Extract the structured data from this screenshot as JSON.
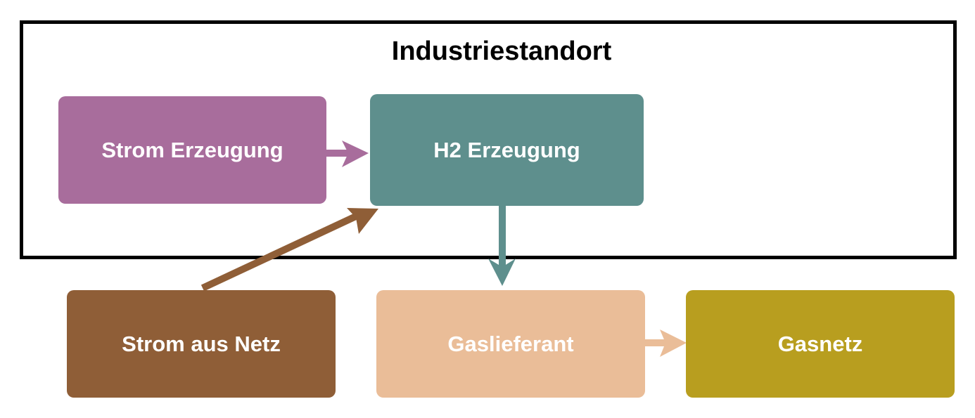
{
  "diagram": {
    "container": {
      "label": "Industriestandort"
    },
    "nodes": [
      {
        "id": "strom-erzeugung",
        "label": "Strom Erzeugung",
        "color": "#a86d9c"
      },
      {
        "id": "h2-erzeugung",
        "label": "H2 Erzeugung",
        "color": "#5e8f8d"
      },
      {
        "id": "strom-aus-netz",
        "label": "Strom aus Netz",
        "color": "#8f5e37"
      },
      {
        "id": "gaslieferant",
        "label": "Gaslieferant",
        "color": "#eabd98"
      },
      {
        "id": "gasnetz",
        "label": "Gasnetz",
        "color": "#b89e1f"
      }
    ],
    "edges": [
      {
        "from": "strom-erzeugung",
        "to": "h2-erzeugung",
        "color": "#a86d9c"
      },
      {
        "from": "strom-aus-netz",
        "to": "h2-erzeugung",
        "color": "#8f5e37"
      },
      {
        "from": "h2-erzeugung",
        "to": "gaslieferant",
        "color": "#5e8f8d"
      },
      {
        "from": "gaslieferant",
        "to": "gasnetz",
        "color": "#eabd98"
      }
    ]
  }
}
